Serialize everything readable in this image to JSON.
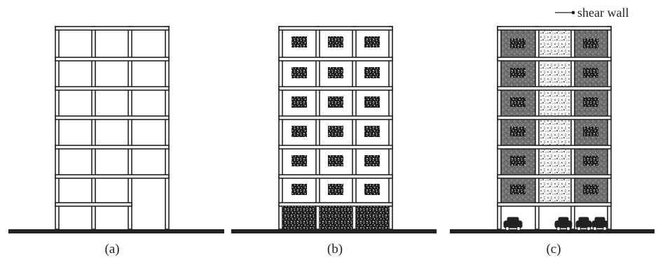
{
  "captions": {
    "a": "(a)",
    "b": "(b)",
    "c": "(c)"
  },
  "callout": {
    "label": "shear wall"
  },
  "colors": {
    "line": "#222222",
    "fill": "#1e1e1e",
    "speckle": "#ffffff",
    "infill_light": "#f4f4f4",
    "shear_wall_dots": "#333333"
  }
}
